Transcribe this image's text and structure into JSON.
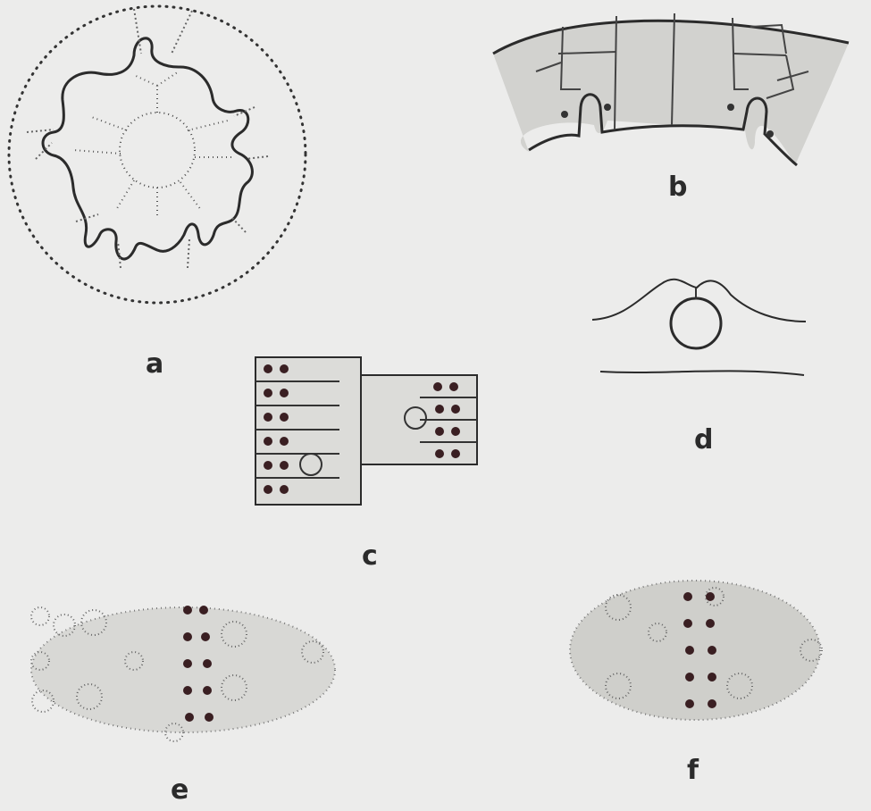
{
  "figure": {
    "panels": [
      {
        "id": "a",
        "label": "a"
      },
      {
        "id": "b",
        "label": "b"
      },
      {
        "id": "c",
        "label": "c"
      },
      {
        "id": "d",
        "label": "d"
      },
      {
        "id": "e",
        "label": "e"
      },
      {
        "id": "f",
        "label": "f"
      }
    ]
  },
  "colors": {
    "background": "#ececeb",
    "ink": "#2b2b2b",
    "stipple": "#555555",
    "nucleus": "#3a1f22"
  }
}
